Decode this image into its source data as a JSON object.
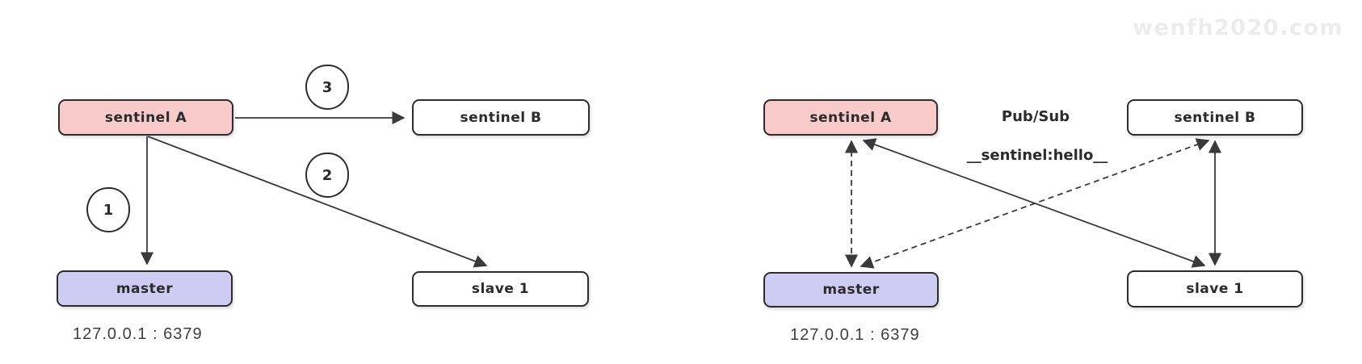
{
  "watermark": "wenfh2020.com",
  "colors": {
    "sentinel_fill": "#f9caca",
    "master_fill": "#cfccf4",
    "node_fill": "#ffffff",
    "node_border": "#2d2d2d",
    "line": "#3a3a3a",
    "watermark": "#ececec"
  },
  "left_diagram": {
    "nodes": [
      {
        "id": "sentinel-a",
        "label": "sentinel A"
      },
      {
        "id": "sentinel-b",
        "label": "sentinel B"
      },
      {
        "id": "master",
        "label": "master"
      },
      {
        "id": "slave-1",
        "label": "slave 1"
      }
    ],
    "steps": [
      "1",
      "2",
      "3"
    ],
    "address": "127.0.0.1 : 6379"
  },
  "right_diagram": {
    "nodes": [
      {
        "id": "sentinel-a",
        "label": "sentinel A"
      },
      {
        "id": "sentinel-b",
        "label": "sentinel B"
      },
      {
        "id": "master",
        "label": "master"
      },
      {
        "id": "slave-1",
        "label": "slave 1"
      }
    ],
    "labels": {
      "pubsub": "Pub/Sub",
      "channel": "__sentinel:hello__"
    },
    "address": "127.0.0.1 : 6379"
  }
}
